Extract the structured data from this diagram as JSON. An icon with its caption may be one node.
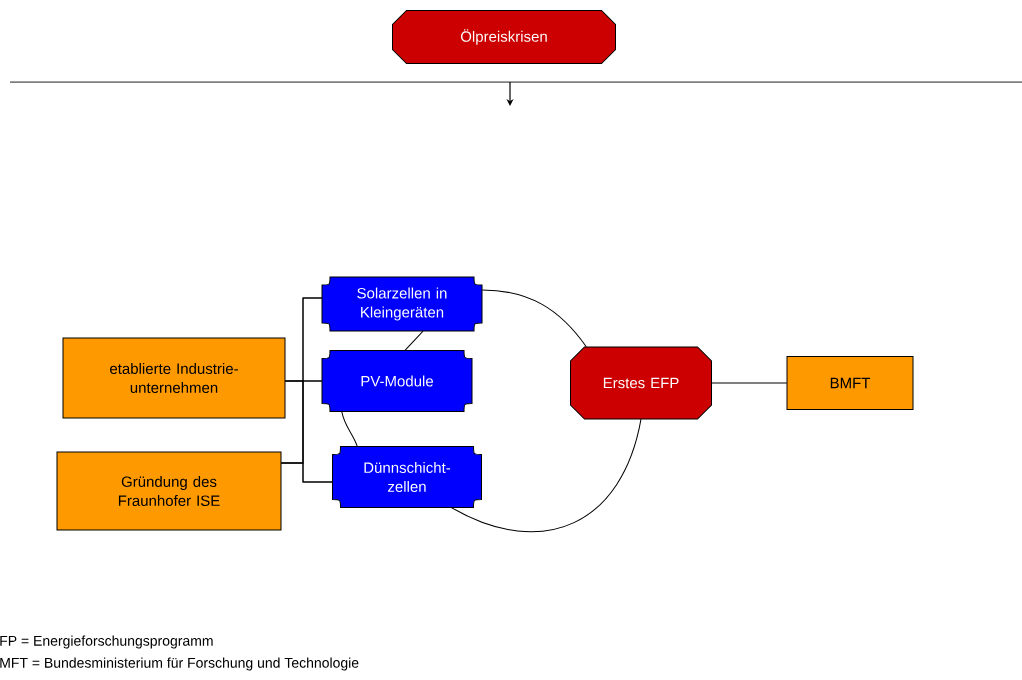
{
  "diagram": {
    "nodes": [
      {
        "text": [
          "Ölpreiskrisen"
        ]
      },
      {
        "text": [
          "etablierte Industrie-unternehmen"
        ]
      },
      {
        "text": [
          "Gründung des Fraunhofer ISE"
        ]
      },
      {
        "text": [
          "Solarzellen in Kleingeräten"
        ]
      },
      {
        "text": [
          "PV-Module"
        ]
      },
      {
        "text": [
          "Dünnschicht-zellen"
        ]
      },
      {
        "text": [
          "Erstes EFP"
        ]
      },
      {
        "text": [
          "BMFT"
        ]
      }
    ],
    "edges": [
      {
        "from": 1,
        "to": 3,
        "arrow": "none"
      },
      {
        "from": 1,
        "to": 4,
        "arrow": "none"
      },
      {
        "from": 1,
        "to": 5,
        "arrow": "none"
      },
      {
        "from": 2,
        "to": 3,
        "arrow": "none"
      },
      {
        "from": 2,
        "to": 4,
        "arrow": "none"
      },
      {
        "from": 2,
        "to": 5,
        "arrow": "none"
      },
      {
        "from": 3,
        "to": 6,
        "arrow": "none"
      },
      {
        "from": 6,
        "to": 5,
        "arrow": "none"
      },
      {
        "from": 5,
        "to": 4,
        "arrow": "none"
      },
      {
        "from": 4,
        "to": 3,
        "arrow": "none"
      },
      {
        "from": 6,
        "to": 7,
        "arrow": "none"
      }
    ],
    "labels": [
      "FP = Energieforschungsprogramm",
      "MFT = Bundesministerium für Forschung und Technologie"
    ]
  }
}
